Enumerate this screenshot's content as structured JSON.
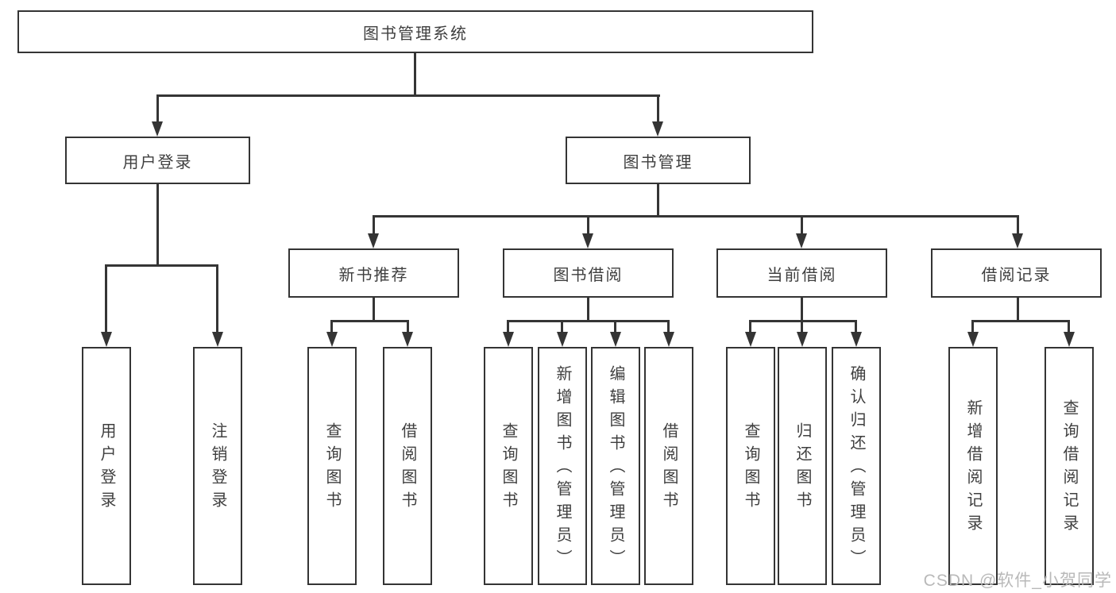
{
  "diagram": {
    "type": "hierarchy-flowchart",
    "nodes": {
      "root": "图书管理系统",
      "user_login": "用户登录",
      "book_mgmt": "图书管理",
      "new_book_rec": "新书推荐",
      "book_borrow": "图书借阅",
      "current_borrow": "当前借阅",
      "borrow_records": "借阅记录",
      "leaves_user_login": [
        "用户登录",
        "注销登录"
      ],
      "leaves_new_book": [
        "查询图书",
        "借阅图书"
      ],
      "leaves_book_borrow": [
        "查询图书",
        "新增图书（管理员）",
        "编辑图书（管理员）",
        "借阅图书"
      ],
      "leaves_current": [
        "查询图书",
        "归还图书",
        "确认归还（管理员）"
      ],
      "leaves_records": [
        "新增借阅记录",
        "查询借阅记录"
      ]
    },
    "colors": {
      "line": "#353535",
      "border": "#343434",
      "text": "#3f3f3f",
      "background": "#ffffff",
      "watermark": "#b9b9b9"
    }
  },
  "watermark": "CSDN @软件_小贺同学"
}
